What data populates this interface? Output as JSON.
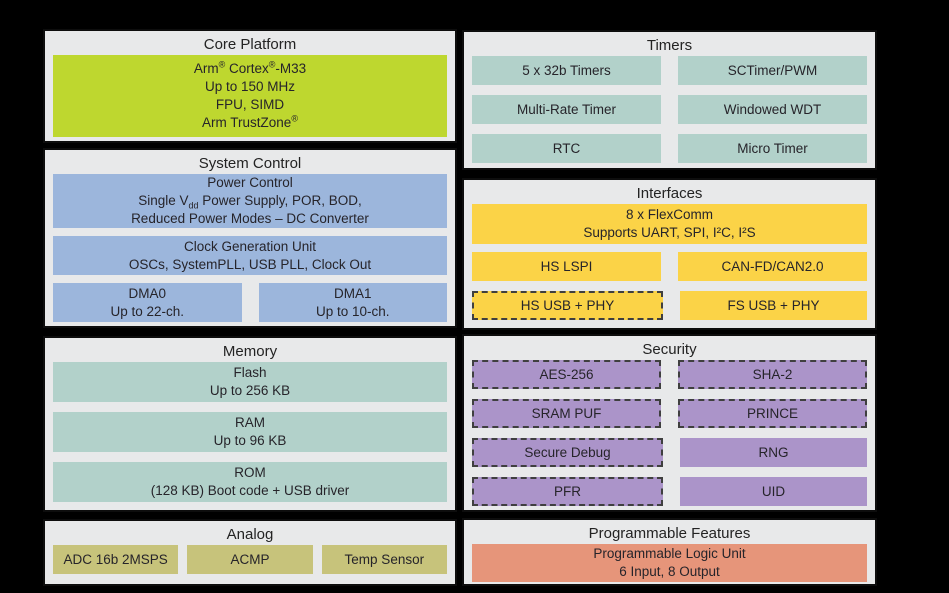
{
  "colors": {
    "background": "#000000",
    "panel_bg": "#e8e9ea",
    "panel_border": "#0d0d0d",
    "text": "#26242a",
    "green": "#bed72f",
    "blue": "#9cb6dc",
    "teal": "#b2d1ca",
    "yellow": "#fbd347",
    "purple": "#ab94c9",
    "olive": "#c7c37b",
    "orange": "#e6957a"
  },
  "panels": {
    "core_platform": {
      "title": "Core Platform",
      "cpu": {
        "line1_pre": "Arm",
        "line1_reg1": "®",
        "line1_mid": " Cortex",
        "line1_reg2": "®",
        "line1_post": "-M33",
        "line2": "Up to 150 MHz",
        "line3": "FPU, SIMD",
        "line4_pre": "Arm TrustZone",
        "line4_reg": "®"
      }
    },
    "system_control": {
      "title": "System Control",
      "power": {
        "line1": "Power Control",
        "line2_pre": "Single V",
        "line2_sub": "dd",
        "line2_post": " Power Supply, POR, BOD,",
        "line3": "Reduced Power Modes – DC Converter"
      },
      "clock": {
        "line1": "Clock Generation Unit",
        "line2": "OSCs, SystemPLL, USB PLL, Clock Out"
      },
      "dma0": {
        "line1": "DMA0",
        "line2": "Up to 22-ch."
      },
      "dma1": {
        "line1": "DMA1",
        "line2": "Up to 10-ch."
      }
    },
    "memory": {
      "title": "Memory",
      "flash": {
        "line1": "Flash",
        "line2": "Up to 256 KB"
      },
      "ram": {
        "line1": "RAM",
        "line2": "Up to 96 KB"
      },
      "rom": {
        "line1": "ROM",
        "line2": "(128 KB) Boot code + USB driver"
      }
    },
    "analog": {
      "title": "Analog",
      "cells": [
        "ADC 16b 2MSPS",
        "ACMP",
        "Temp Sensor"
      ]
    },
    "timers": {
      "title": "Timers",
      "cells": [
        "5 x 32b Timers",
        "SCTimer/PWM",
        "Multi-Rate Timer",
        "Windowed WDT",
        "RTC",
        "Micro Timer"
      ]
    },
    "interfaces": {
      "title": "Interfaces",
      "flexcomm": {
        "line1": "8 x FlexComm",
        "line2": "Supports UART, SPI, I²C, I²S"
      },
      "cells": [
        "HS LSPI",
        "CAN-FD/CAN2.0",
        "HS USB + PHY",
        "FS USB + PHY"
      ]
    },
    "security": {
      "title": "Security",
      "cells": [
        "AES-256",
        "SHA-2",
        "SRAM PUF",
        "PRINCE",
        "Secure Debug",
        "RNG",
        "PFR",
        "UID"
      ]
    },
    "programmable": {
      "title": "Programmable Features",
      "plu": {
        "line1": "Programmable Logic Unit",
        "line2": "6 Input, 8 Output"
      }
    }
  }
}
